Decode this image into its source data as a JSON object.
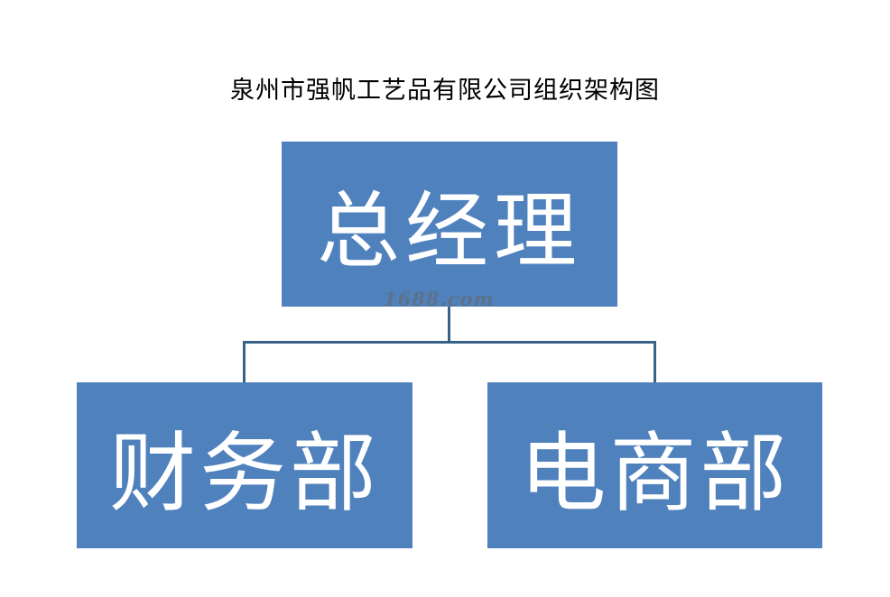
{
  "title": "泉州市强帆工艺品有限公司组织架构图",
  "nodes": {
    "root": "总经理",
    "left": "财务部",
    "right": "电商部"
  },
  "watermark": "1688.com",
  "colors": {
    "box_fill": "#4f81bd",
    "box_text": "#ffffff",
    "connector": "#3a6289"
  }
}
